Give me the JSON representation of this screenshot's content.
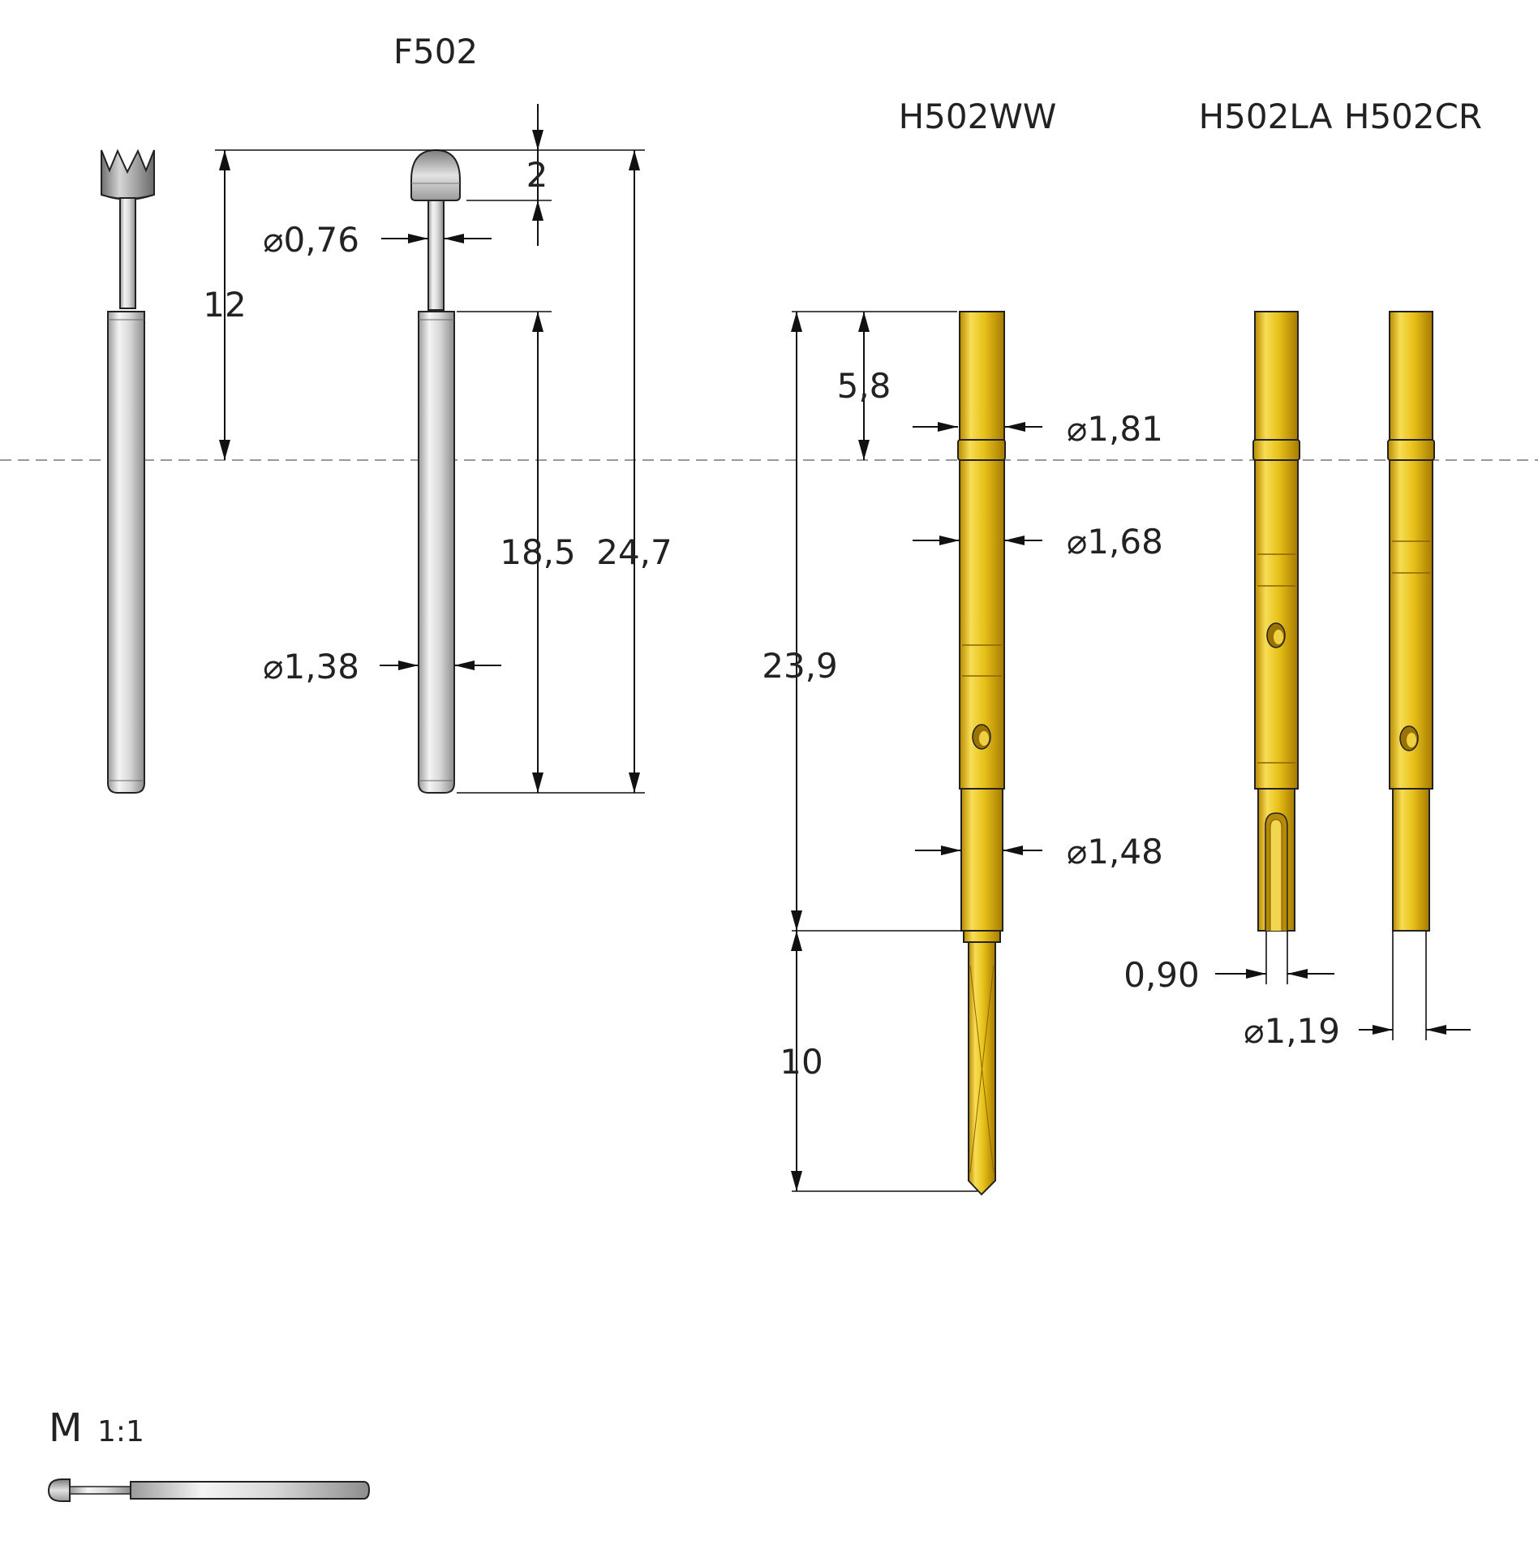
{
  "labels": {
    "f502": "F502",
    "h502ww": "H502WW",
    "h502la": "H502LA",
    "h502cr": "H502CR"
  },
  "dimensions": {
    "head_height": "2",
    "plunger_dia": "⌀0,76",
    "travel": "12",
    "barrel_length": "18,5",
    "total_length": "24,7",
    "barrel_dia": "⌀1,38",
    "press_depth": "5,8",
    "ring_dia": "⌀1,81",
    "receptacle_dia": "⌀1,68",
    "receptacle_length": "23,9",
    "lower_dia": "⌀1,48",
    "wire_wrap_length": "10",
    "slot_width": "0,90",
    "crimp_dia": "⌀1,19"
  },
  "scale": {
    "label": "M",
    "value": "1:1"
  },
  "colors": {
    "line": "#111111",
    "centerline": "#999999",
    "gold": "#e8c21a",
    "silver": "#c9c9c9"
  }
}
